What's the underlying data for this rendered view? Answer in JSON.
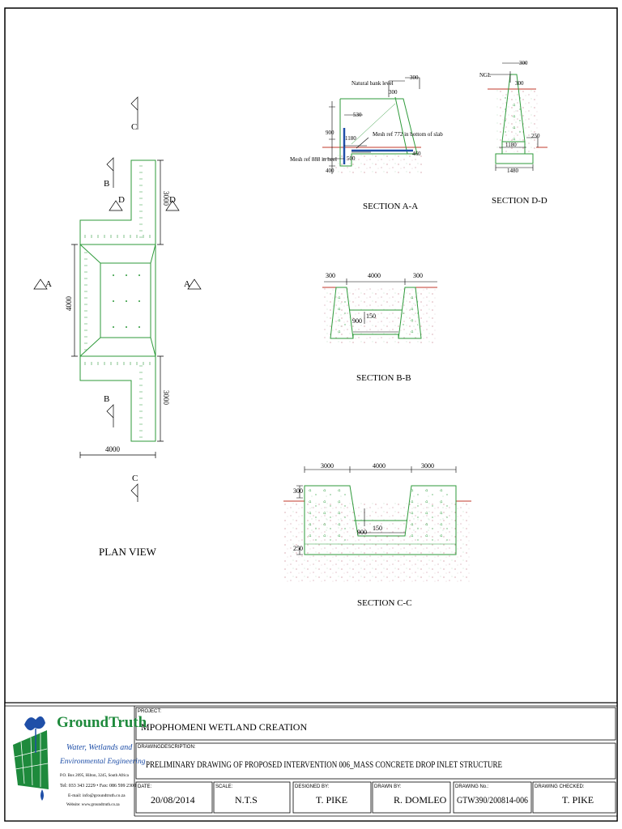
{
  "drawing": {
    "plan": {
      "title": "PLAN VIEW",
      "marks": {
        "a_left": "A",
        "a_right": "A",
        "b_top": "B",
        "b_bottom": "B",
        "c_top": "C",
        "c_bottom": "C",
        "d_left": "D",
        "d_right": "D"
      },
      "dims": {
        "upper_arm": "3000",
        "lower_arm": "3000",
        "basin": "4000",
        "width": "4000"
      }
    },
    "section_aa": {
      "title": "SECTION A-A",
      "notes": {
        "bank": "Natural bank level",
        "mesh_slab": "Mesh ref 772 in bottom of slab",
        "mesh_heel": "Mesh ref 888 in heel"
      },
      "dims": {
        "d300a": "300",
        "d300b": "300",
        "d530": "530",
        "d900": "900",
        "d1180": "1180",
        "d500": "500",
        "d460": "460",
        "d400": "400"
      }
    },
    "section_dd": {
      "title": "SECTION D-D",
      "notes": {
        "ngl": "NGL"
      },
      "dims": {
        "d300a": "300",
        "d300b": "300",
        "d250": "250",
        "d1180": "1180",
        "d1480": "1480"
      }
    },
    "section_bb": {
      "title": "SECTION B-B",
      "dims": {
        "left": "300",
        "mid": "4000",
        "right": "300",
        "d150": "150",
        "d900": "900"
      }
    },
    "section_cc": {
      "title": "SECTION C-C",
      "dims": {
        "left": "3000",
        "mid": "4000",
        "right": "3000",
        "d300": "300",
        "d150": "150",
        "d900": "900",
        "d250": "250"
      }
    }
  },
  "title_block": {
    "logo": {
      "name": "GroundTruth",
      "tagline1": "Water, Wetlands and",
      "tagline2": "Environmental Engineering",
      "address": "P.O. Box 2095, Hilton, 3245, South Africa",
      "contact": "Tel: 033 343 2229  •  Fax: 086 599 2300",
      "email": "E-mail: info@groundtruth.co.za",
      "website": "Website: www.groundtruth.co.za"
    },
    "project_label": "PROJECT:",
    "project": "MPOPHOMENI WETLAND CREATION",
    "description_label": "DRAWINGDESCRIPTION:",
    "description": "PRELIMINARY DRAWING OF PROPOSED INTERVENTION 006_MASS CONCRETE  DROP INLET STRUCTURE",
    "fields": [
      {
        "label": "DATE:",
        "value": "20/08/2014"
      },
      {
        "label": "SCALE:",
        "value": "N.T.S"
      },
      {
        "label": "DESIGNED BY:",
        "value": "T. PIKE"
      },
      {
        "label": "DRAWN BY:",
        "value": "R. DOMLEO"
      },
      {
        "label": "DRAWING No.:",
        "value": "GTW390/200814-006"
      },
      {
        "label": "DRAWING CHECKED:",
        "value": "T. PIKE"
      }
    ],
    "colors": {
      "brand_green": "#1e8a3c",
      "brand_blue": "#1f4fa8",
      "line_green": "#2e9a3a",
      "ngl_red": "#c0392b"
    }
  }
}
